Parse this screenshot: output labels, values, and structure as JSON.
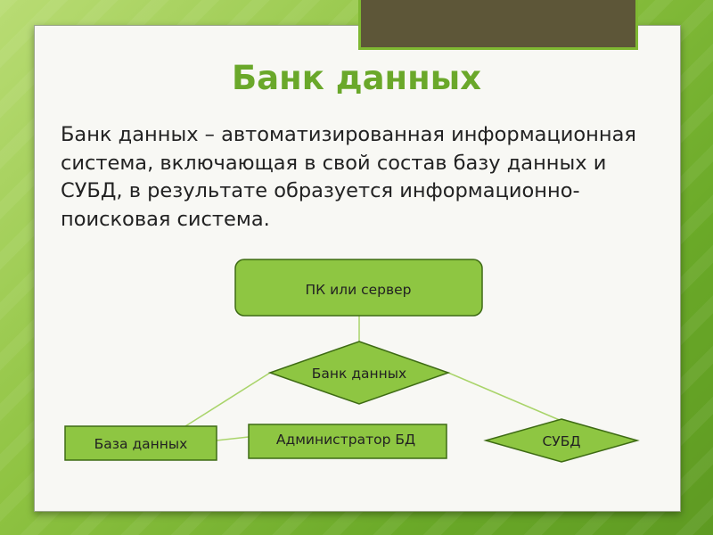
{
  "slide": {
    "title": "Банк данных",
    "definition": "Банк данных – автоматизированная информационная система, включающая в свой состав базу данных и СУБД, в результате образуется информационно-поисковая система."
  },
  "diagram": {
    "nodes": [
      {
        "id": "pc",
        "shape": "rounded-rectangle",
        "label": "ПК или сервер"
      },
      {
        "id": "bank",
        "shape": "diamond",
        "label": "Банк данных"
      },
      {
        "id": "db",
        "shape": "rectangle",
        "label": "База данных"
      },
      {
        "id": "admin",
        "shape": "rectangle",
        "label": "Администратор БД"
      },
      {
        "id": "dbms",
        "shape": "diamond",
        "label": "СУБД"
      }
    ],
    "edges": [
      {
        "from": "pc",
        "to": "bank"
      },
      {
        "from": "bank",
        "to": "db"
      },
      {
        "from": "bank",
        "to": "dbms"
      },
      {
        "from": "db",
        "to": "admin"
      }
    ]
  },
  "colors": {
    "background": "#8fc342",
    "accent": "#6aa82a",
    "shape_fill": "#8ec642",
    "shape_border": "#3e6b14",
    "connector": "#a9d46a",
    "tab": "#5d5638"
  }
}
